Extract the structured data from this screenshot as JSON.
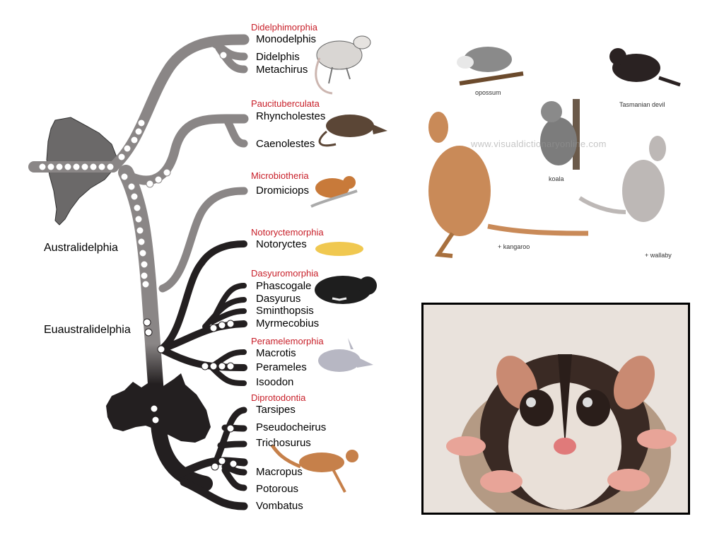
{
  "clades": {
    "australidelphia": "Australidelphia",
    "euaustralidelphia": "Euaustralidelphia"
  },
  "orders": [
    {
      "name": "Didelphimorphia",
      "genera": [
        "Monodelphis",
        "Didelphis",
        "Metachirus"
      ]
    },
    {
      "name": "Paucituberculata",
      "genera": [
        "Rhyncholestes",
        "Caenolestes"
      ]
    },
    {
      "name": "Microbiotheria",
      "genera": [
        "Dromiciops"
      ]
    },
    {
      "name": "Notoryctemorphia",
      "genera": [
        "Notoryctes"
      ]
    },
    {
      "name": "Dasyuromorphia",
      "genera": [
        "Phascogale",
        "Dasyurus",
        "Sminthopsis",
        "Myrmecobius"
      ]
    },
    {
      "name": "Peramelemorphia",
      "genera": [
        "Macrotis",
        "Perameles",
        "Isoodon"
      ]
    },
    {
      "name": "Diprotodontia",
      "genera": [
        "Tarsipes",
        "Pseudocheirus",
        "Trichosurus",
        "Macropus",
        "Potorous",
        "Vombatus"
      ]
    }
  ],
  "gallery": {
    "captions": {
      "opossum": "opossum",
      "tasmanian_devil": "Tasmanian devil",
      "koala": "koala",
      "kangaroo": "+ kangaroo",
      "wallaby": "+ wallaby"
    },
    "watermark": "www.visualdictionaryonline.com"
  },
  "colors": {
    "south_america_branch": "#8a8686",
    "australia_branch": "#231f20",
    "order_label": "#c8202a"
  }
}
